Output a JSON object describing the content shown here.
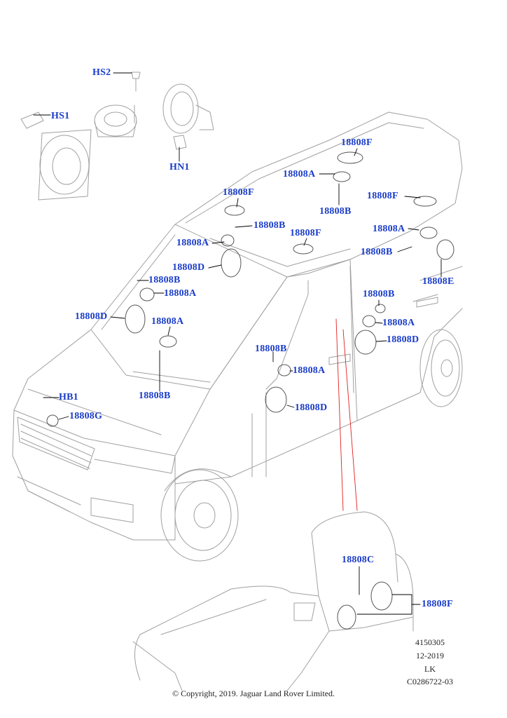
{
  "colors": {
    "callout": "#1a3cc8",
    "linework": "#9a9a9a",
    "leader": "#000000",
    "section_line": "#e02020"
  },
  "callouts": {
    "hs2": "HS2",
    "hs1": "HS1",
    "hn1": "HN1",
    "f_roof_rear_top": "18808F",
    "a_roof_rear": "18808A",
    "b_roof_rear": "18808B",
    "f_roof_rear_right": "18808F",
    "f_roof_front": "18808F",
    "b_roof_front": "18808B",
    "a_roof_front": "18808A",
    "d_roof_front": "18808D",
    "f_roof_mid": "18808F",
    "a_tailgate": "18808A",
    "b_tailgate": "18808B",
    "e_tailgate": "18808E",
    "b_dash_left": "18808B",
    "a_dash_left": "18808A",
    "d_dash_left": "18808D",
    "a_dash_center": "18808A",
    "b_dash_center": "18808B",
    "b_front_door": "18808B",
    "a_front_door": "18808A",
    "d_front_door": "18808D",
    "b_rear_door": "18808B",
    "a_rear_door": "18808A",
    "d_rear_door": "18808D",
    "hb1": "HB1",
    "g_bumper": "18808G",
    "c_seat": "18808C",
    "f_seat": "18808F"
  },
  "meta": {
    "ref_number": "4150305",
    "date": "12-2019",
    "initials": "LK",
    "code": "C0286722-03",
    "copyright": "© Copyright, 2019. Jaguar Land Rover Limited."
  }
}
